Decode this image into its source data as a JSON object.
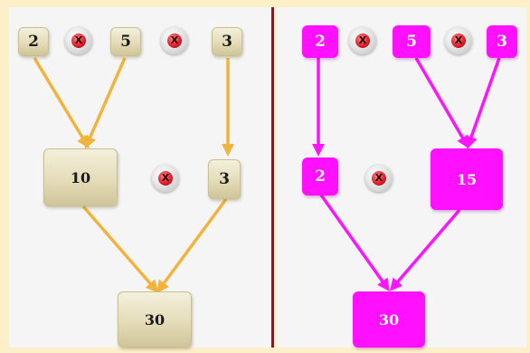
{
  "left_panel": {
    "top_row": [
      "2",
      "5",
      "3"
    ],
    "middle": {
      "product": "10",
      "carry": "3"
    },
    "result": "30",
    "arrow_color": "#f2b33d"
  },
  "right_panel": {
    "top_row": [
      "2",
      "5",
      "3"
    ],
    "middle": {
      "carry": "2",
      "product": "15"
    },
    "result": "30",
    "arrow_color": "#ff14ff"
  },
  "operator_icon": "multiply-icon",
  "operator_glyph": "X",
  "colors": {
    "background": "#fdf0c8",
    "panel": "#f5f5f5",
    "divider": "#7a1f23",
    "beige_box": "#e4dcb8",
    "magenta_box": "#ff10ff"
  }
}
